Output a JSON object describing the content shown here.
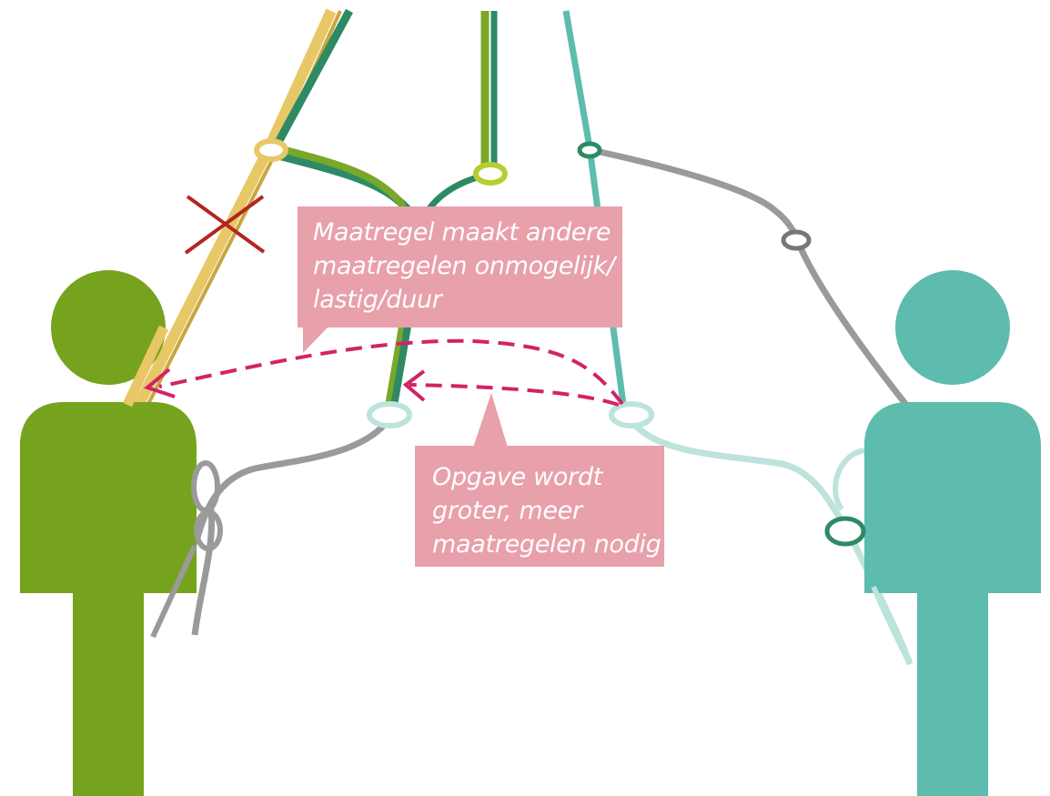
{
  "callouts": {
    "top": {
      "lines": [
        "Maatregel maakt andere",
        "maatregelen onmogelijk/",
        "lastig/duur"
      ],
      "color": "#E8A0AB"
    },
    "bottom": {
      "lines": [
        "Opgave wordt",
        "groter, meer",
        "maatregelen nodig"
      ],
      "color": "#E8A0AB"
    }
  },
  "colors": {
    "person_left": "#76A31E",
    "person_right": "#5DBCAD",
    "yellow_path": "#E8C766",
    "light_green_path": "#79A72A",
    "dark_green_path": "#2E8A64",
    "teal_path": "#5DBCAD",
    "light_teal_path": "#BCE3DC",
    "grey_path": "#9A9A9A",
    "dashed_arrow": "#D32267",
    "blocked_cross": "#B3261E"
  },
  "icons": [
    "person-left-icon",
    "person-right-icon",
    "cross-icon",
    "arrow-icon"
  ]
}
